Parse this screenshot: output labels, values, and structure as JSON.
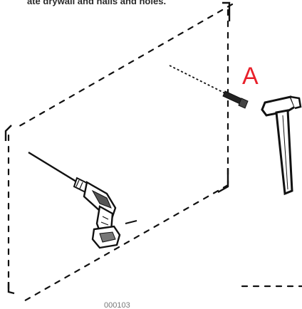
{
  "diagram": {
    "top_caption": "ate drywall and nails and holes.",
    "callout_label": "A",
    "bottom_caption": "000103",
    "colors": {
      "accent": "#e8202a",
      "line": "#111111",
      "tool_fill": "#ffffff"
    },
    "icons": [
      "hammer-icon",
      "cordless-drill-icon",
      "nail-icon"
    ]
  }
}
